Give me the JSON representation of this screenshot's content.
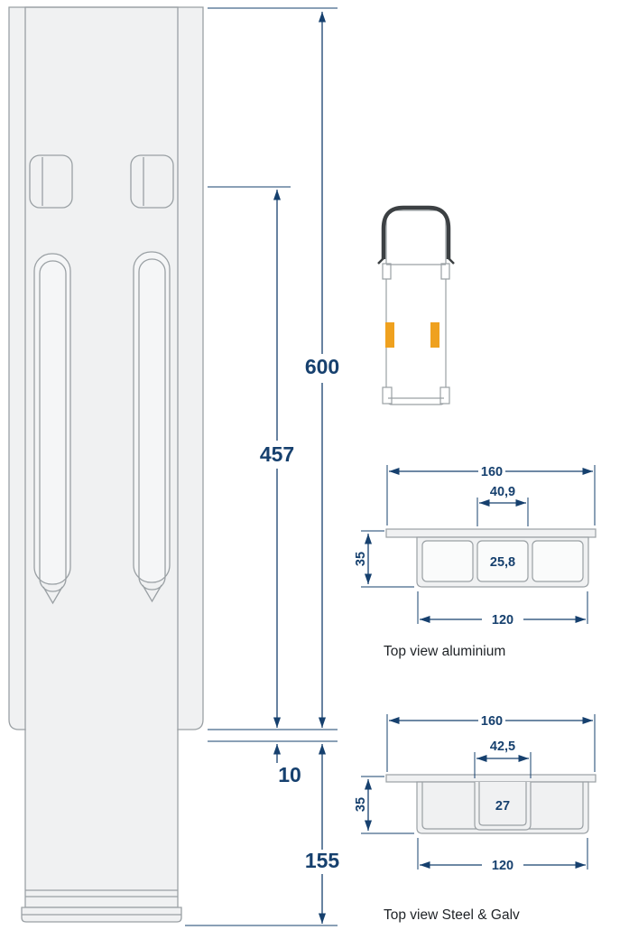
{
  "colors": {
    "dimension_blue": "#16406e",
    "drawing_gray": "#9aa0a4",
    "fill_gray": "#f0f1f2",
    "accent_orange": "#efa11f"
  },
  "front_view": {
    "dim_total_height": "600",
    "dim_inner_height": "457",
    "dim_offset": "10",
    "dim_bottom": "155"
  },
  "aluminium_view": {
    "label": "Top view aluminium",
    "dim_outer_width": "160",
    "dim_slot_width": "40,9",
    "dim_depth": "35",
    "dim_inner_width": "25,8",
    "dim_base_width": "120"
  },
  "steel_view": {
    "label": "Top view Steel & Galv",
    "dim_outer_width": "160",
    "dim_slot_width": "42,5",
    "dim_depth": "35",
    "dim_inner_width": "27",
    "dim_base_width": "120"
  }
}
